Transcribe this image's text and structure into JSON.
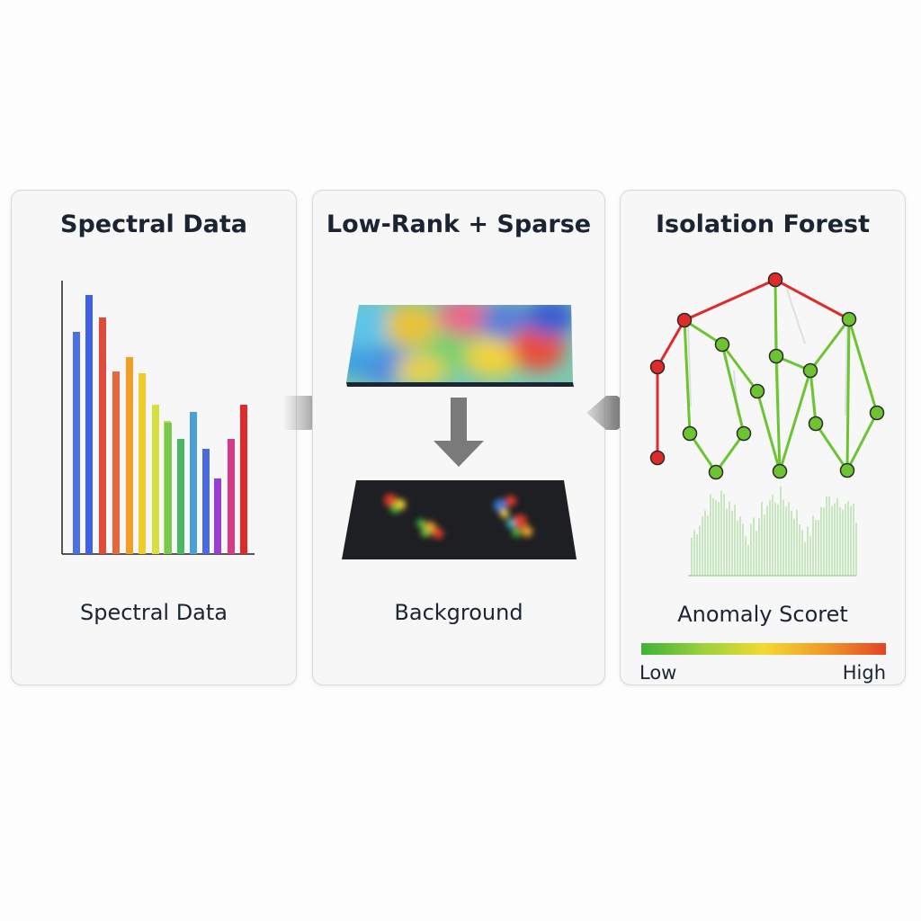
{
  "panels": [
    {
      "title": "Spectral Data",
      "caption": "Spectral Data"
    },
    {
      "title": "Low-Rank + Sparse",
      "caption": "Background"
    },
    {
      "title": "Isolation Forest",
      "caption": "Anomaly Scoret"
    }
  ],
  "scale": {
    "low": "Low",
    "high": "High"
  },
  "colors": {
    "anomaly": "#e02b2b",
    "normal": "#6cc431",
    "arrow": "#777777",
    "panel_border": "#d9d9d9"
  },
  "icons": [
    "arrow-right-icon",
    "arrow-down-icon"
  ]
}
